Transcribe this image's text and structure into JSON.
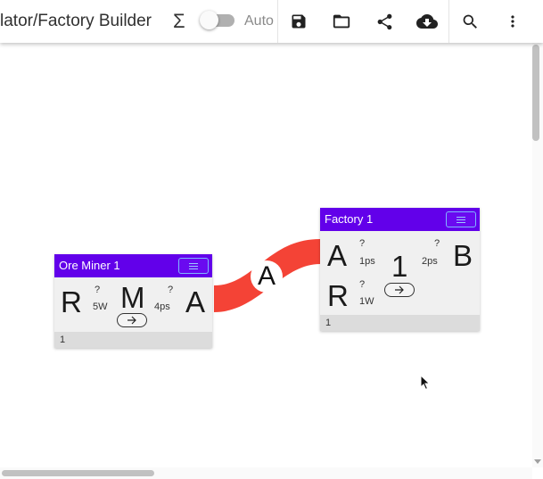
{
  "toolbar": {
    "title": "lator/Factory Builder",
    "sigma": "Σ",
    "auto_label": "Auto",
    "icons": [
      "save-icon",
      "folder-icon",
      "share-icon",
      "cloud-download-icon",
      "search-icon",
      "more-vert-icon"
    ]
  },
  "nodes": [
    {
      "title": "Ore Miner 1",
      "inputs": [
        {
          "symbol": "R",
          "qty": "?",
          "rate": "5W"
        }
      ],
      "center": "M",
      "outputs": [
        {
          "symbol": "A",
          "qty": "?",
          "rate": "4ps"
        }
      ],
      "footer": "1"
    },
    {
      "title": "Factory 1",
      "inputs": [
        {
          "symbol": "A",
          "qty": "?",
          "rate": "1ps"
        },
        {
          "symbol": "R",
          "qty": "?",
          "rate": "1W"
        }
      ],
      "center": "1",
      "outputs": [
        {
          "symbol": "B",
          "qty": "?",
          "rate": "2ps"
        }
      ],
      "footer": "1"
    }
  ],
  "connection": {
    "label": "A",
    "color": "#f44336"
  },
  "colors": {
    "node_header": "#6200ea",
    "node_body": "#f0f0f0",
    "node_footer": "#dcdcdc"
  }
}
